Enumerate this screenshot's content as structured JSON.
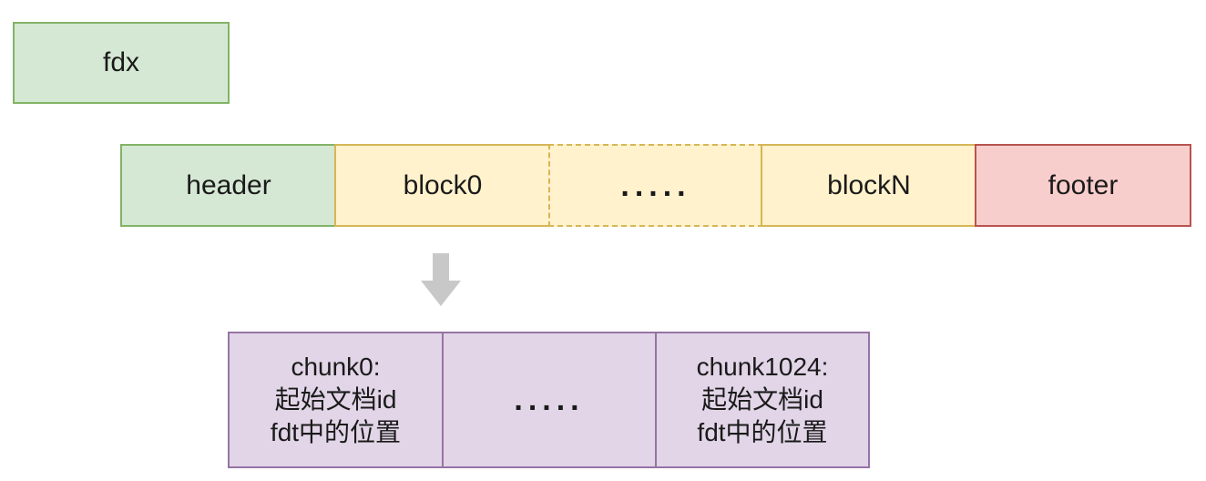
{
  "fdx": {
    "label": "fdx"
  },
  "blocks": {
    "header": "header",
    "block0": "block0",
    "ellipsis": ".....",
    "blockN": "blockN",
    "footer": "footer"
  },
  "chunks": {
    "chunk0": {
      "line1": "chunk0:",
      "line2": "起始文档id",
      "line3": "fdt中的位置"
    },
    "ellipsis": ".....",
    "chunk1024": {
      "line1": "chunk1024:",
      "line2": "起始文档id",
      "line3": "fdt中的位置"
    }
  },
  "colors": {
    "green_fill": "#d5e8d4",
    "green_border": "#82b366",
    "yellow_fill": "#fff2cc",
    "yellow_border": "#d6b656",
    "red_fill": "#f8cecc",
    "red_border": "#b85450",
    "purple_fill": "#e1d5e7",
    "purple_border": "#9673a6",
    "arrow": "#c8c8c8"
  },
  "icons": {
    "arrow": "down-arrow-icon"
  }
}
